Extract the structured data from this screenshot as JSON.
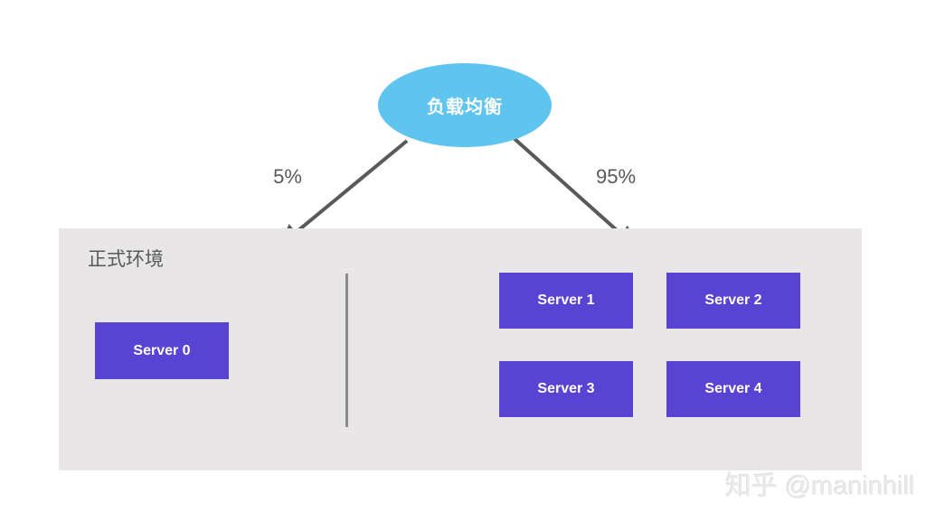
{
  "diagram": {
    "load_balancer": {
      "label": "负载均衡"
    },
    "edges": [
      {
        "label": "5%",
        "target": "server-0-group"
      },
      {
        "label": "95%",
        "target": "server-grid-group"
      }
    ],
    "environment": {
      "label": "正式环境",
      "left_servers": [
        {
          "label": "Server 0"
        }
      ],
      "right_servers": [
        {
          "label": "Server 1"
        },
        {
          "label": "Server 2"
        },
        {
          "label": "Server 3"
        },
        {
          "label": "Server 4"
        }
      ]
    },
    "watermark": "知乎 @maninhill"
  },
  "colors": {
    "ellipse_fill": "#5fc4ee",
    "server_fill": "#5843d3",
    "container_bg": "#e8e6e7",
    "arrow_color": "#595959",
    "divider_color": "#8c8c8c",
    "label_color": "#595959",
    "watermark_color": "#ebe9e9"
  }
}
